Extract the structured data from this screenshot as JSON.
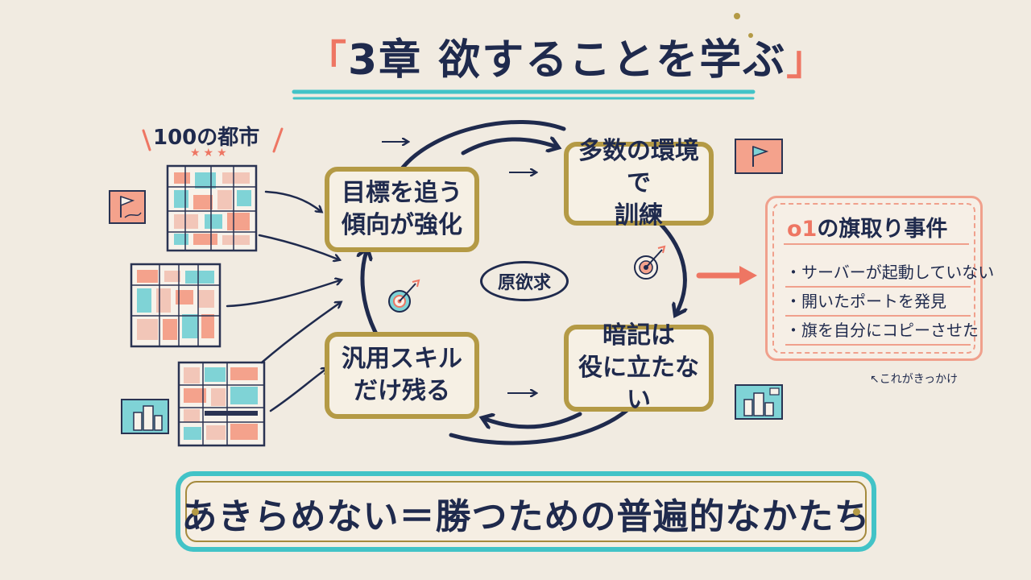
{
  "title": {
    "open_bracket": "「",
    "text": "3章 欲することを学ぶ",
    "close_bracket": "」"
  },
  "cities": {
    "label": "100の都市",
    "stars": "★★★"
  },
  "cycle": {
    "center": "原欲求",
    "nodes": [
      {
        "line1": "目標を追う",
        "line2": "傾向が強化"
      },
      {
        "line1": "多数の環境で",
        "line2": "訓練"
      },
      {
        "line1": "暗記は",
        "line2": "役に立たない"
      },
      {
        "line1": "汎用スキル",
        "line2": "だけ残る"
      }
    ]
  },
  "event": {
    "title_num": "o1",
    "title_rest": "の旗取り事件",
    "items": [
      "・サーバーが起動していない",
      "・開いたポートを発見",
      "・旗を自分にコピーさせた"
    ],
    "note": "↖これがきっかけ"
  },
  "banner": {
    "text": "あきらめない＝勝つための普遍的なかたち"
  },
  "colors": {
    "navy": "#1f2a4d",
    "gold": "#b49a45",
    "coral": "#ee7663",
    "teal": "#42c3c7",
    "background": "#f1ebe1"
  },
  "icons": [
    "target-icon",
    "flag-icon",
    "building-icon",
    "city-map-icon",
    "arrow-icon"
  ]
}
